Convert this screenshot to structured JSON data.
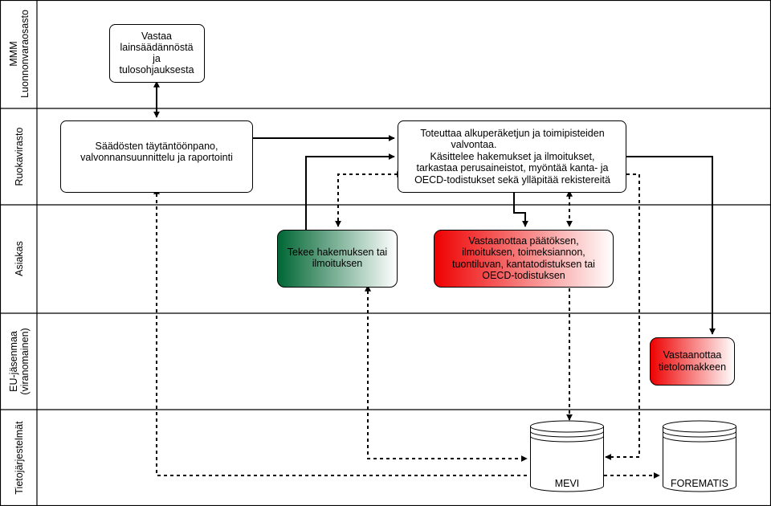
{
  "lanes": [
    {
      "id": "mmm",
      "lines": [
        "MMM",
        "Luonnonvaraosasto"
      ]
    },
    {
      "id": "ruokavirasto",
      "lines": [
        "Ruokavirasto"
      ]
    },
    {
      "id": "asiakas",
      "lines": [
        "Asiakas"
      ]
    },
    {
      "id": "eu",
      "lines": [
        "EU-jäsenmaa",
        "(viranomainen)"
      ]
    },
    {
      "id": "tietojarjestelmat",
      "lines": [
        "Tietojärjestelmät"
      ]
    }
  ],
  "nodes": {
    "vastaa": {
      "lines": [
        "Vastaa",
        "lainsäädännöstä",
        "ja",
        "tulosohjauksesta"
      ]
    },
    "saadosten": {
      "lines": [
        "Säädösten täytäntöönpano,",
        "valvonnansuunnittelu ja raportointi"
      ]
    },
    "toteuttaa": {
      "lines": [
        "Toteuttaa alkuperäketjun ja toimipisteiden",
        "valvontaa.",
        "Käsittelee hakemukset ja ilmoitukset,",
        "tarkastaa perusaineistot, myöntää kanta- ja",
        "OECD-todistukset sekä ylläpitää rekistereitä"
      ]
    },
    "tekee": {
      "lines": [
        "Tekee hakemuksen tai",
        "ilmoituksen"
      ],
      "color": "#006633"
    },
    "vastaanottaa_paatoksen": {
      "lines": [
        "Vastaanottaa päätöksen,",
        "ilmoituksen, toimeksiannon,",
        "tuontiluvan, kantatodistuksen tai",
        "OECD-todistuksen"
      ],
      "color": "#ee0000"
    },
    "vastaanottaa_tietolomakkeen": {
      "lines": [
        "Vastaanottaa",
        "tietolomakkeen"
      ],
      "color": "#ee0000"
    },
    "mevi": {
      "lines": [
        "MEVI"
      ]
    },
    "forematis": {
      "lines": [
        "FOREMATIS"
      ]
    }
  }
}
